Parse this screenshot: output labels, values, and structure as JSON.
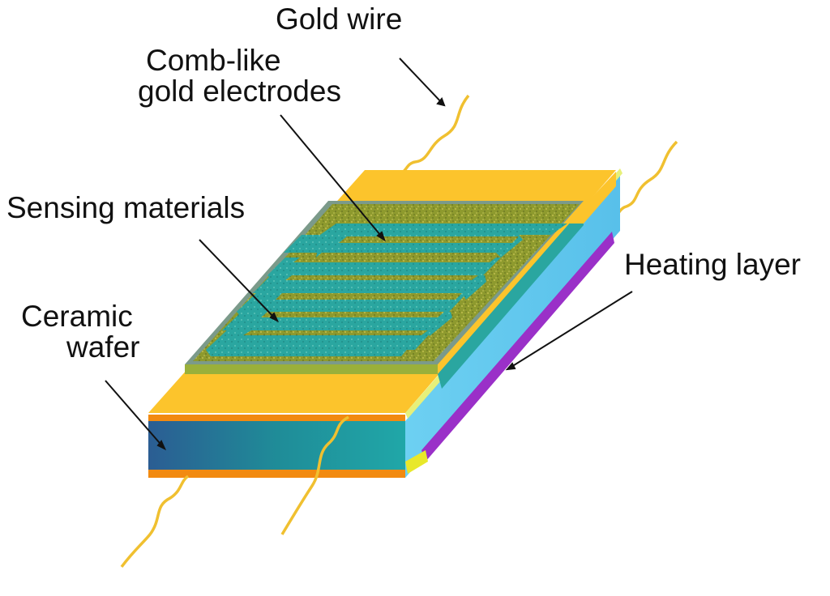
{
  "labels": {
    "gold_wire": "Gold wire",
    "comb_line1": "Comb-like",
    "comb_line2": "gold electrodes",
    "sensing": "Sensing materials",
    "heating": "Heating layer",
    "ceramic_line1": "Ceramic",
    "ceramic_line2": "wafer"
  },
  "colors": {
    "gold_pad": "#fcc42c",
    "ceramic_front": "#1e8c9c",
    "ceramic_side": "#6ccef0",
    "heating_layer": "#9a30c8",
    "sensing_material": "#8a9a2c",
    "electrode_gap": "#2aa6a0",
    "wire": "#f0c030",
    "arrow": "#111111"
  }
}
